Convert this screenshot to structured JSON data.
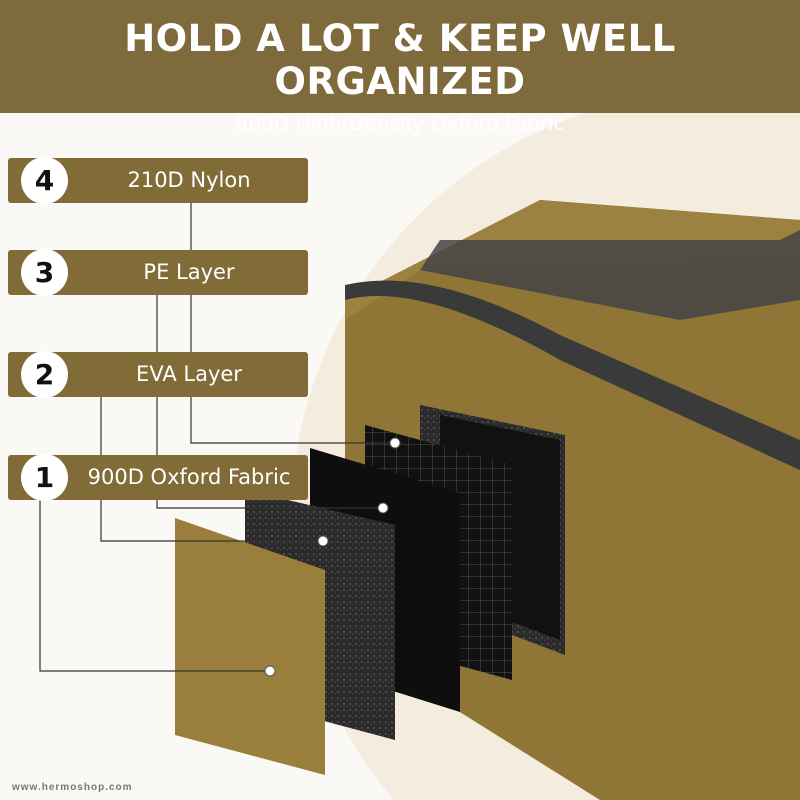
{
  "header": {
    "title": "HOLD A LOT & KEEP WELL ORGANIZED",
    "subtitle": "900D High-Density Oxford Fabric"
  },
  "layers": [
    {
      "number": "4",
      "label": "210D Nylon"
    },
    {
      "number": "3",
      "label": "PE Layer"
    },
    {
      "number": "2",
      "label": "EVA Layer"
    },
    {
      "number": "1",
      "label": "900D Oxford Fabric"
    }
  ],
  "watermark": "www.hermoshop.com",
  "colors": {
    "brand": "#7e6a3b",
    "fabric": "#8f7637"
  }
}
